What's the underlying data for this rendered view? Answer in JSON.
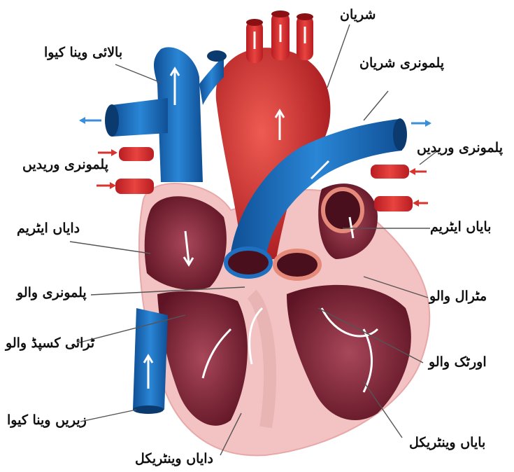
{
  "labels": {
    "artery": "شریان",
    "superior_vena_cava": "بالائی وینا کیوا",
    "pulmonary_artery": "پلمونری شریان",
    "pulmonary_veins_left": "پلمونری وریدیں",
    "pulmonary_veins_right": "پلمونری وریدیں",
    "right_atrium": "دایاں ایٹریم",
    "left_atrium": "بایاں ایٹریم",
    "pulmonary_valve": "پلمونری والو",
    "mitral_valve": "مٹرال والو",
    "tricuspid_valve": "ٹرائی کسپڈ والو",
    "aortic_valve": "اورٹک والو",
    "inferior_vena_cava": "زیریں وینا کیوا",
    "left_ventricle": "بایاں وینٹریکل",
    "right_ventricle": "دایاں وینٹریکل"
  },
  "colors": {
    "vein_blue": "#1f6fc0",
    "artery_red": "#d42a2a",
    "muscle": "#8a2a3a",
    "pericardium": "#f4c4c4",
    "leader_line": "#555555"
  }
}
